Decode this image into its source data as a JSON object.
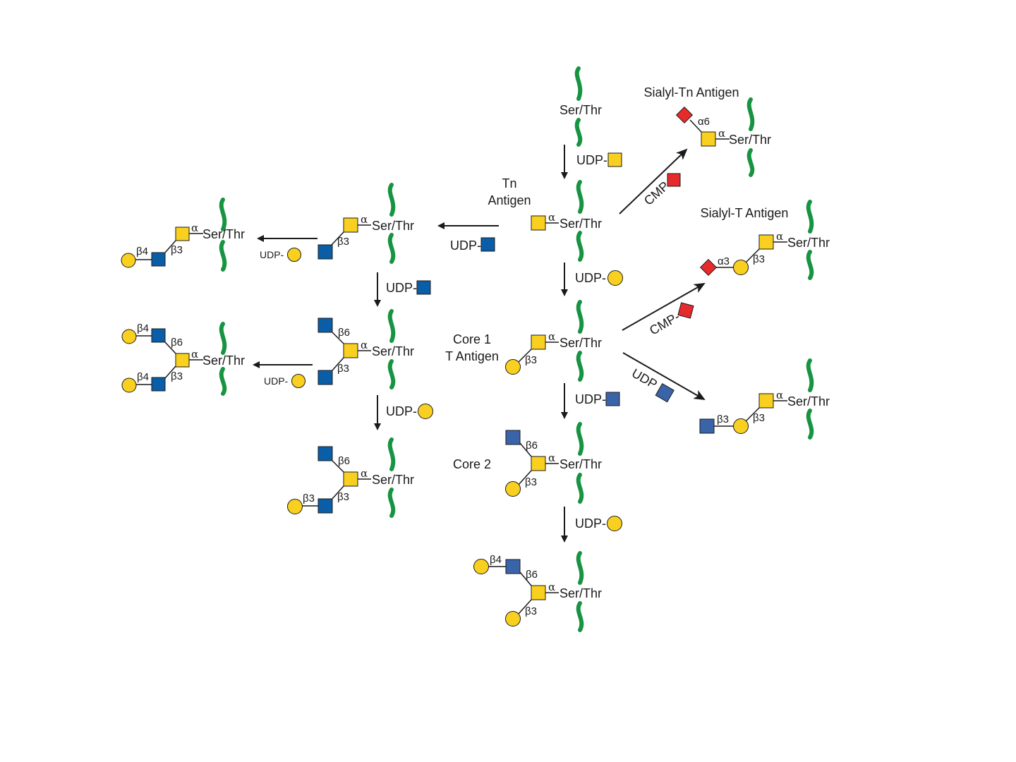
{
  "labels": {
    "ser_thr": "Ser/Thr",
    "alpha": "α",
    "beta3": "β3",
    "beta4": "β4",
    "beta6": "β6",
    "alpha3": "α3",
    "alpha6": "α6",
    "udp": "UDP-",
    "cmp": "CMP-",
    "udp_rot": "UDP",
    "tn_line1": "Tn",
    "tn_line2": "Antigen",
    "core1_line1": "Core 1",
    "core1_line2": "T Antigen",
    "core2": "Core 2",
    "sialyl_tn": "Sialyl-Tn Antigen",
    "sialyl_t": "Sialyl-T Antigen"
  },
  "colors": {
    "galnac": "#f9d01f",
    "gal": "#f9d01f",
    "glcnac": "#0a5ea8",
    "glcnac_light": "#3a64a8",
    "sialic_acid": "#e52b2b",
    "peptide": "#179441",
    "line": "#1a1a1a"
  },
  "legend_icons": {
    "galnac": "yellow-square-icon",
    "gal": "yellow-circle-icon",
    "glcnac": "blue-square-icon",
    "neu5ac": "red-diamond-icon"
  }
}
